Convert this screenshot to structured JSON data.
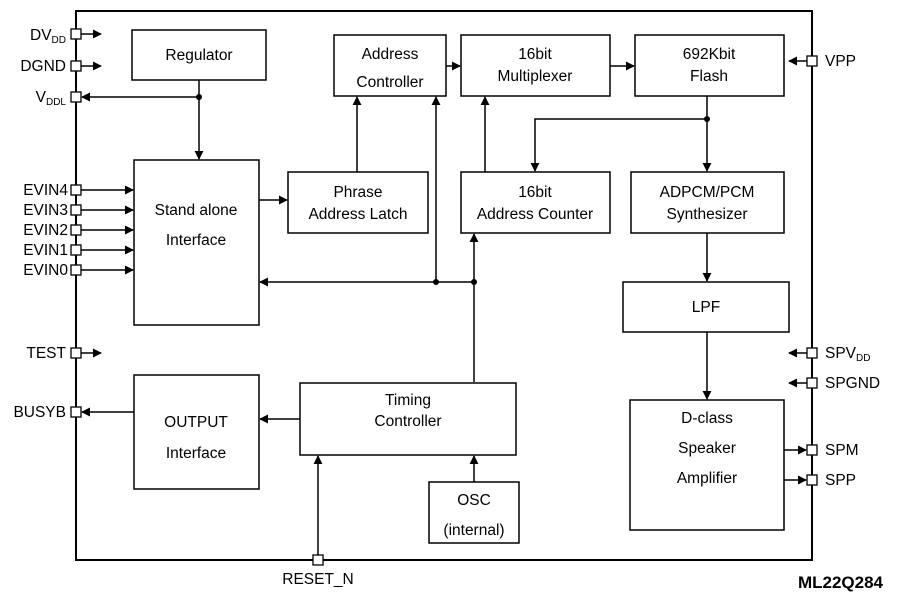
{
  "part_number": "ML22Q284",
  "blocks": {
    "regulator": [
      "Regulator"
    ],
    "address_controller": [
      "Address",
      "Controller"
    ],
    "multiplexer": [
      "16bit",
      "Multiplexer"
    ],
    "flash": [
      "692Kbit",
      "Flash"
    ],
    "standalone_if": [
      "Stand alone",
      "Interface"
    ],
    "phrase_latch": [
      "Phrase",
      "Address Latch"
    ],
    "address_counter": [
      "16bit",
      "Address Counter"
    ],
    "synthesizer": [
      "ADPCM/PCM",
      "Synthesizer"
    ],
    "lpf": [
      "LPF"
    ],
    "output_if": [
      "OUTPUT",
      "Interface"
    ],
    "timing": [
      "Timing",
      "Controller"
    ],
    "osc": [
      "OSC",
      "(internal)"
    ],
    "amplifier": [
      "D-class",
      "Speaker",
      "Amplifier"
    ]
  },
  "pins": {
    "dvdd": {
      "main": "DV",
      "sub": "DD"
    },
    "dgnd": {
      "main": "DGND"
    },
    "vddl": {
      "main": "V",
      "sub": "DDL"
    },
    "evin4": {
      "main": "EVIN4"
    },
    "evin3": {
      "main": "EVIN3"
    },
    "evin2": {
      "main": "EVIN2"
    },
    "evin1": {
      "main": "EVIN1"
    },
    "evin0": {
      "main": "EVIN0"
    },
    "test": {
      "main": "TEST"
    },
    "busyb": {
      "main": "BUSYB"
    },
    "reset_n": {
      "main": "RESET_N"
    },
    "vpp": {
      "main": "VPP"
    },
    "spvdd": {
      "main": "SPV",
      "sub": "DD"
    },
    "spgnd": {
      "main": "SPGND"
    },
    "spm": {
      "main": "SPM"
    },
    "spp": {
      "main": "SPP"
    }
  }
}
